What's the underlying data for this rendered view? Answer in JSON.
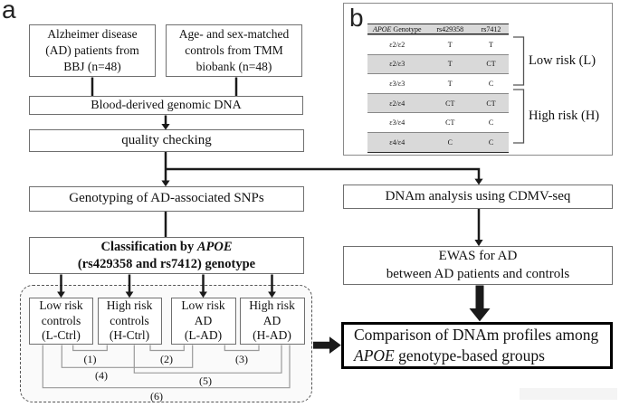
{
  "panel_labels": {
    "a": "a",
    "b": "b"
  },
  "flow": {
    "ad_patients": "Alzheimer disease\n(AD) patients from\nBBJ (n=48)",
    "controls": "Age- and sex-matched\ncontrols from TMM\nbiobank (n=48)",
    "blood_dna": "Blood-derived genomic DNA",
    "quality_checking": "quality checking",
    "genotyping": "Genotyping of AD-associated SNPs",
    "classification_prefix": "Classification by ",
    "classification_gene": "APOE",
    "classification_line2": "(rs429358 and rs7412) genotype",
    "dnam_analysis": "DNAm analysis using CDMV-seq",
    "ewas": "EWAS for AD\nbetween AD patients and controls",
    "comparison_line1": "Comparison of DNAm profiles among",
    "comparison_gene": "APOE",
    "comparison_line2_rest": " genotype-based groups"
  },
  "groups": {
    "low_ctrl": "Low risk\ncontrols\n(L-Ctrl)",
    "high_ctrl": "High risk\ncontrols\n(H-Ctrl)",
    "low_ad": "Low risk\nAD\n(L-AD)",
    "high_ad": "High risk\nAD\n(H-AD)"
  },
  "comparison_labels": [
    "(1)",
    "(2)",
    "(3)",
    "(4)",
    "(5)",
    "(6)"
  ],
  "genotype_table": {
    "header": {
      "col1_gene": "APOE",
      "col1_rest": " Genotype",
      "col2": "rs429358",
      "col3": "rs7412"
    },
    "rows": [
      {
        "genotype": "ε2/ε2",
        "rs429358": "T",
        "rs7412": "T"
      },
      {
        "genotype": "ε2/ε3",
        "rs429358": "T",
        "rs7412": "CT"
      },
      {
        "genotype": "ε3/ε3",
        "rs429358": "T",
        "rs7412": "C"
      },
      {
        "genotype": "ε2/ε4",
        "rs429358": "CT",
        "rs7412": "CT"
      },
      {
        "genotype": "ε3/ε4",
        "rs429358": "CT",
        "rs7412": "C"
      },
      {
        "genotype": "ε4/ε4",
        "rs429358": "C",
        "rs7412": "C"
      }
    ],
    "risk_low": "Low risk (L)",
    "risk_high": "High risk (H)"
  },
  "colors": {
    "row_shade": "#d9d9d9",
    "flow_line": "#1a1a1a",
    "bracket_gray": "#9a9a9a",
    "box_border": "#6f6f6f"
  }
}
